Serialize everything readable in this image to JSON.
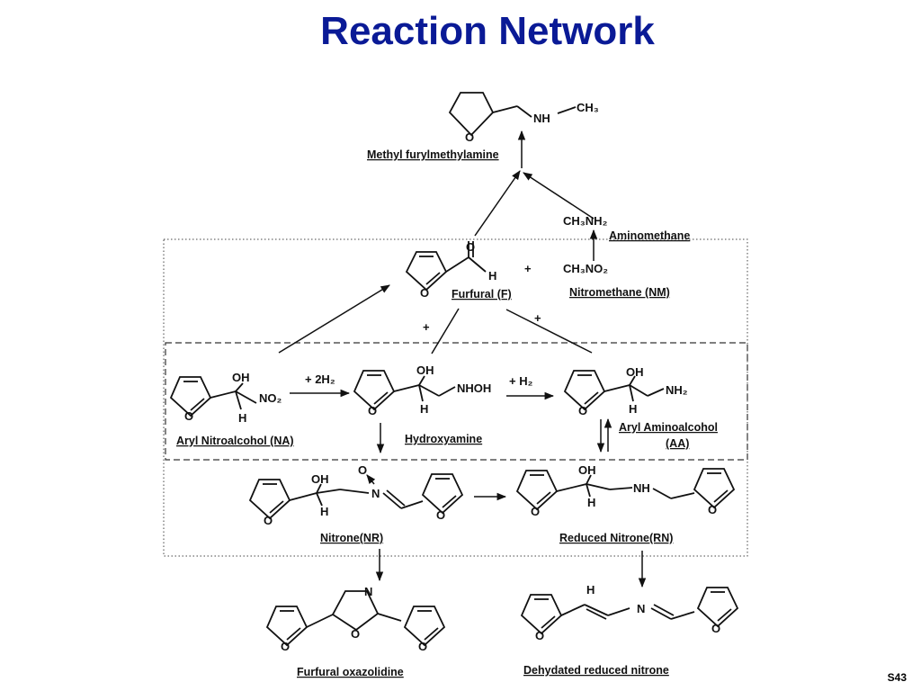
{
  "slide": {
    "title": "Reaction Network",
    "page_number": "S43"
  },
  "compounds": {
    "methyl_furylmethylamine": "Methyl furylmethylamine",
    "aminomethane_formula": "CH₃NH₂",
    "aminomethane": "Aminomethane",
    "furfural": "Furfural (F)",
    "nitromethane_formula": "CH₃NO₂",
    "nitromethane": "Nitromethane (NM)",
    "aryl_nitroalcohol": "Aryl Nitroalcohol (NA)",
    "hydroxyamine": "Hydroxyamine",
    "aryl_aminoalcohol": "Aryl Aminoalcohol",
    "aryl_aminoalcohol_abbr": "(AA)",
    "nitrone": "Nitrone(NR)",
    "reduced_nitrone": "Reduced Nitrone(RN)",
    "furfural_oxazolidine": "Furfural oxazolidine",
    "dehydrated_reduced_nitrone": "Dehydated reduced nitrone"
  },
  "reagents": {
    "two_h2": "+ 2H₂",
    "h2": "+ H₂",
    "plus": "+"
  },
  "atoms": {
    "O": "O",
    "H": "H",
    "OH": "OH",
    "N": "N",
    "NH": "NH",
    "NH2": "NH₂",
    "NHOH": "NHOH",
    "NO2": "NO₂",
    "CH3": "CH₃"
  }
}
